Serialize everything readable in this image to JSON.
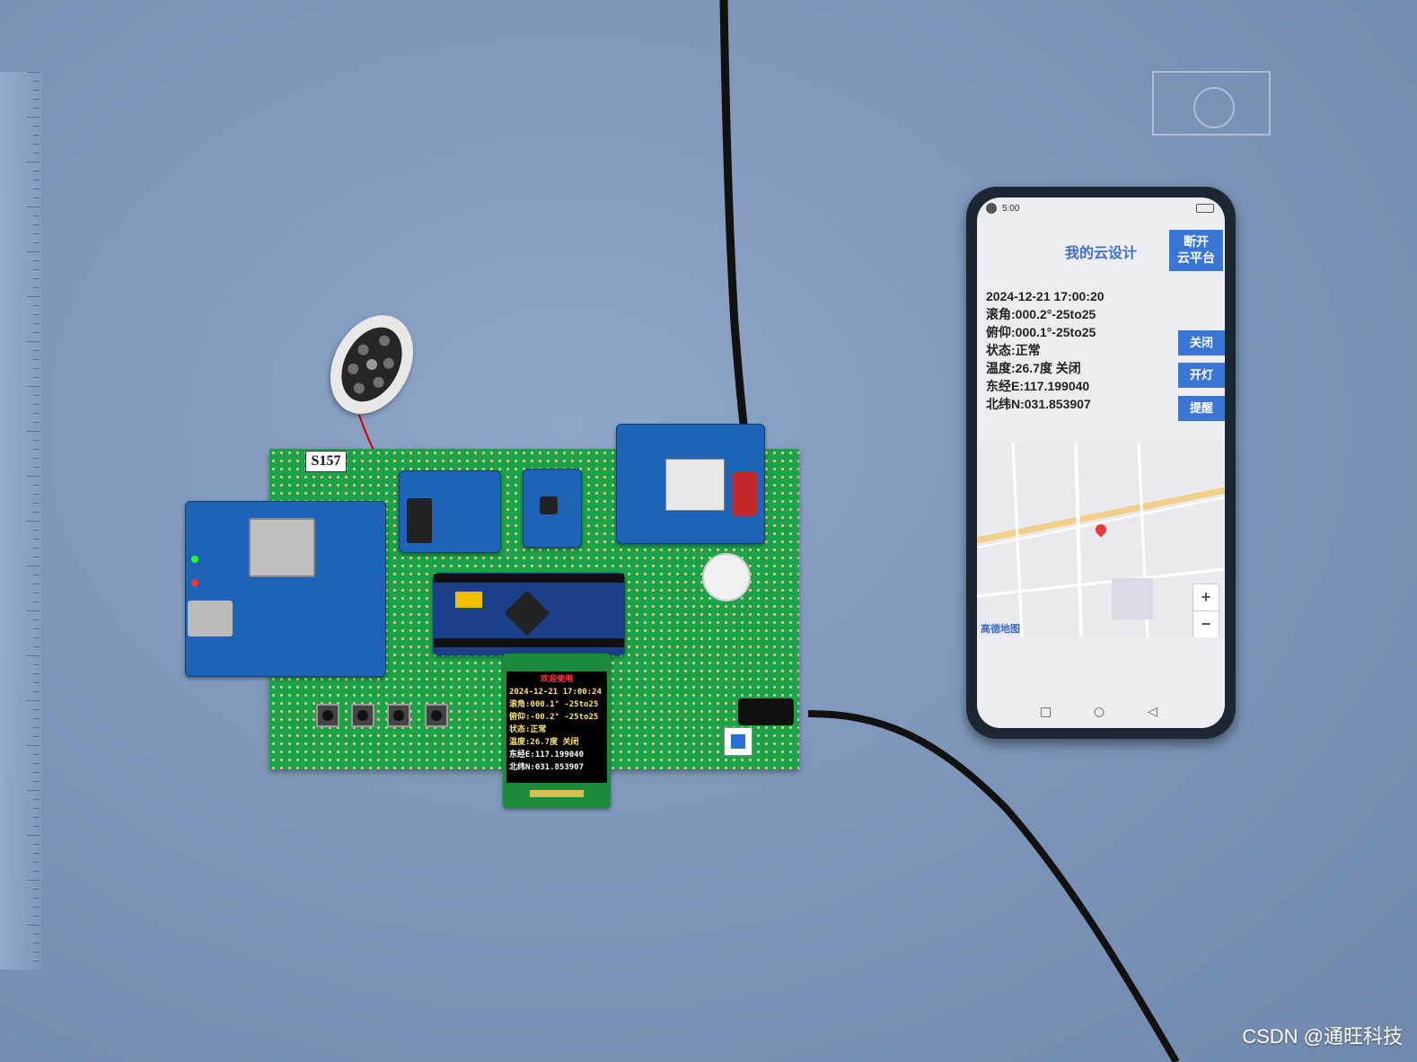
{
  "board": {
    "tag": "S157",
    "lcd": {
      "title": "欢迎使用",
      "lines": [
        "2024-12-21 17:00:24",
        "滚角:000.1° -25to25",
        "俯仰:-00.2° -25to25",
        "状态:正常",
        "温度:26.7度  关闭",
        "东经E:117.199040",
        "北纬N:031.853907"
      ]
    }
  },
  "phone": {
    "status_time": "5:00",
    "app_title": "我的云设计",
    "cloud_button": "断开\n云平台",
    "info": {
      "datetime": "2024-12-21 17:00:20",
      "roll": "滚角:000.2°-25to25",
      "pitch": "俯仰:000.1°-25to25",
      "state": "状态:正常",
      "temp": "温度:26.7度  关闭",
      "lon": "东经E:117.199040",
      "lat": "北纬N:031.853907"
    },
    "buttons": {
      "close": "关闭",
      "open": "开灯",
      "remind": "提醒"
    },
    "map": {
      "logo": "高德地图",
      "zoom_in": "+",
      "zoom_out": "−"
    },
    "nav": {
      "square": "□",
      "circle": "○",
      "back": "◁"
    }
  },
  "watermark": "CSDN @通旺科技",
  "colors": {
    "board": "#1aa34a",
    "module": "#1d63b8",
    "app_accent": "#3a76d3"
  }
}
